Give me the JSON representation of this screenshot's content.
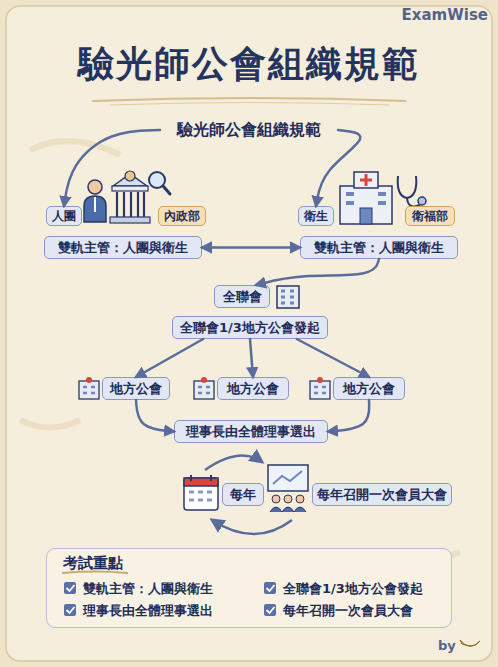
{
  "diagram": {
    "title": "驗光師公會組織規範",
    "nodes": [
      {
        "text": [
          "驗光師公會組織規範"
        ]
      },
      {
        "text": [
          "人團"
        ]
      },
      {
        "text": [
          "內政部"
        ]
      },
      {
        "text": [
          "衛生"
        ]
      },
      {
        "text": [
          "衛福部"
        ]
      },
      {
        "text": [
          "雙軌主管：人團與衛生"
        ]
      },
      {
        "text": [
          "雙軌主管：人團與衛生"
        ]
      },
      {
        "text": [
          "全聯會"
        ]
      },
      {
        "text": [
          "全聯會1/3地方公會發起"
        ]
      },
      {
        "text": [
          "地方公會"
        ]
      },
      {
        "text": [
          "地方公會"
        ]
      },
      {
        "text": [
          "地方公會"
        ]
      },
      {
        "text": [
          "理事長由全體理事選出"
        ]
      },
      {
        "text": [
          "每年"
        ]
      },
      {
        "text": [
          "每年召開一次會員大會"
        ]
      },
      {
        "text": [
          "考試重點",
          "雙軌主管：人團與衛生",
          "全聯會1/3地方公會發起",
          "理事長由全體理事選出",
          "每年召開一次會員大會"
        ]
      }
    ],
    "edges": [
      {
        "from": 0,
        "to": 1,
        "arrow": "to"
      },
      {
        "from": 0,
        "to": 3,
        "arrow": "to"
      },
      {
        "from": 5,
        "to": 6,
        "arrow": "both"
      },
      {
        "from": 6,
        "to": 7,
        "arrow": "to"
      },
      {
        "from": 8,
        "to": 9,
        "arrow": "to"
      },
      {
        "from": 8,
        "to": 10,
        "arrow": "to"
      },
      {
        "from": 8,
        "to": 11,
        "arrow": "to"
      },
      {
        "from": 9,
        "to": 12,
        "arrow": "to"
      },
      {
        "from": 11,
        "to": 12,
        "arrow": "to"
      }
    ],
    "labels": [
      "ExamWise",
      "by"
    ]
  }
}
